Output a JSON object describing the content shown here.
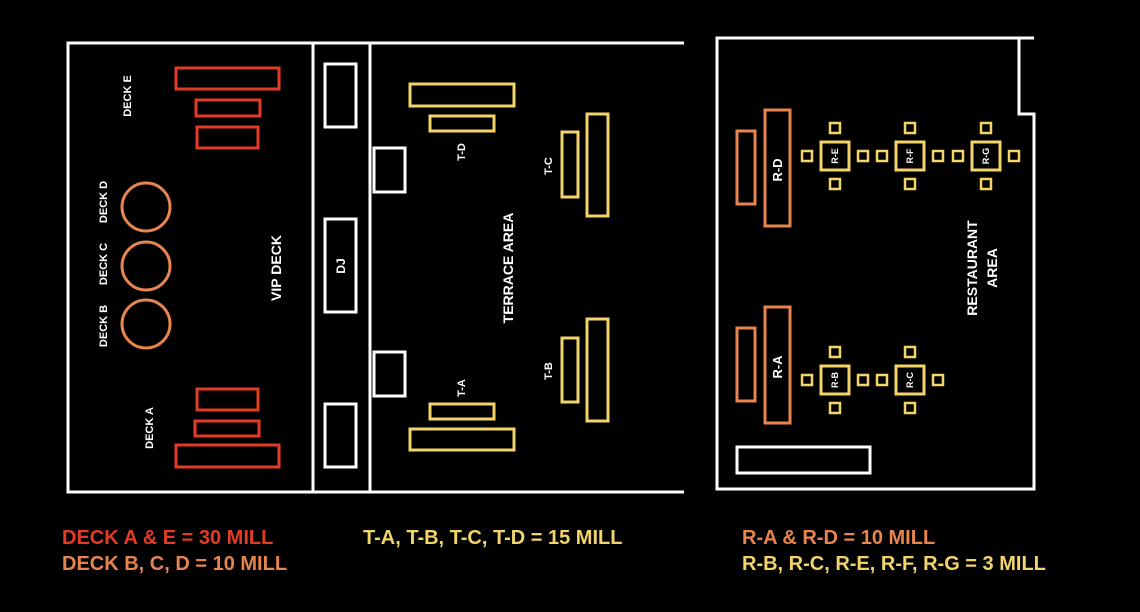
{
  "colors": {
    "background": "#000000",
    "outline": "#ffffff",
    "deck_premium": "#e33b26",
    "deck_standard": "#e8844e",
    "terrace": "#f3d46a",
    "restaurant_large": "#e8844e",
    "restaurant_small": "#f3d46a"
  },
  "labels": {
    "deck_e": "DECK E",
    "deck_d": "DECK D",
    "deck_c": "DECK C",
    "deck_b": "DECK B",
    "deck_a": "DECK A",
    "vip_deck": "VIP DECK",
    "dj": "DJ",
    "terrace_area": "TERRACE AREA",
    "t_d": "T-D",
    "t_c": "T-C",
    "t_b": "T-B",
    "t_a": "T-A",
    "r_d": "R-D",
    "r_a": "R-A",
    "r_e": "R-E",
    "r_f": "R-F",
    "r_g": "R-G",
    "r_b": "R-B",
    "r_c": "R-C",
    "restaurant_line1": "RESTAURANT",
    "restaurant_line2": "AREA"
  },
  "legend": {
    "deck_premium": "DECK A & E = 30 MILL",
    "deck_standard": "DECK B, C, D = 10 MILL",
    "terrace": "T-A, T-B, T-C, T-D = 15 MILL",
    "restaurant_large": "R-A & R-D = 10 MILL",
    "restaurant_small": "R-B, R-C, R-E, R-F, R-G = 3 MILL"
  }
}
